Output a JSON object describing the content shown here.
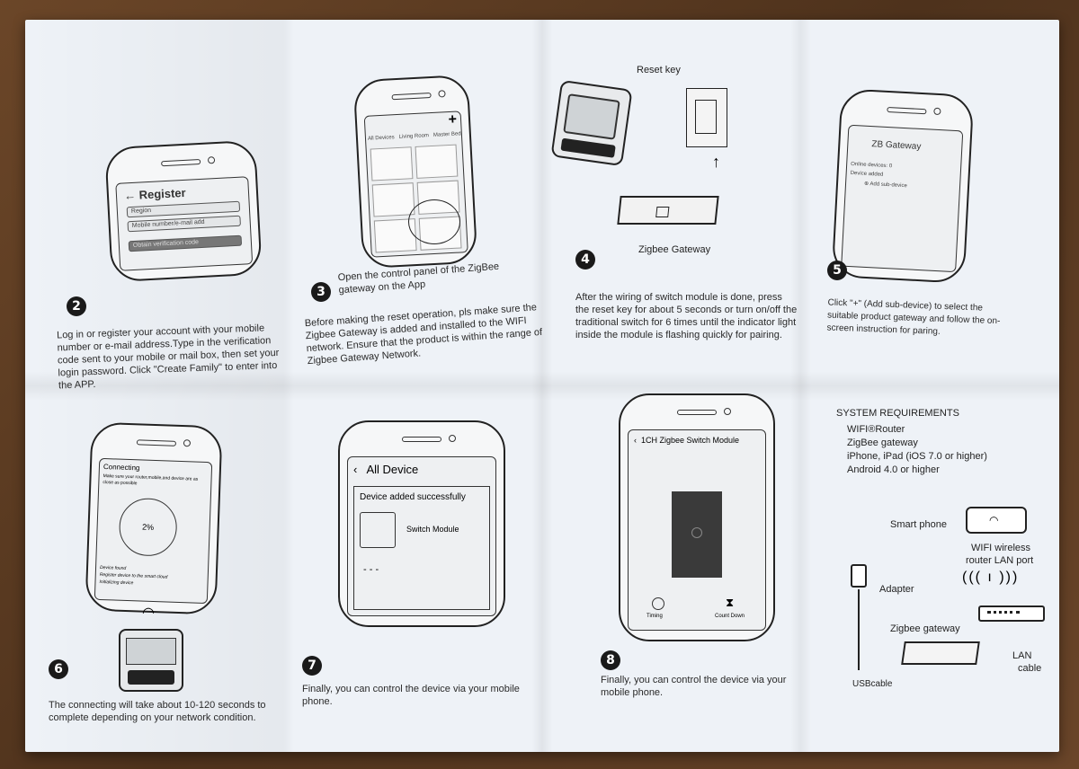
{
  "panels": {
    "p2": {
      "number": "2",
      "phone_title": "Register",
      "field1": "Region",
      "field2": "Mobile number/e-mail add",
      "button": "Obtain verification code",
      "text": "Log in or register your account with your mobile number or e-mail address.Type in the verification code sent to your mobile or mail box, then set your login password. Click \"Create Family\" to enter into the APP."
    },
    "p3": {
      "number": "3",
      "tabs": [
        "All Devices",
        "Living Room",
        "Master Bedro"
      ],
      "plus": "+",
      "caption": "Open the control panel of the ZigBee gateway on the App",
      "text": "Before making the reset operation, pls make sure the Zigbee Gateway is added and installed to the WIFI network. Ensure that the product is within the range of Zigbee Gateway Network."
    },
    "p4": {
      "number": "4",
      "reset_label": "Reset key",
      "gateway_label": "Zigbee Gateway",
      "text": "After the wiring of switch module is done, press the reset key for about 5 seconds or turn on/off the traditional switch for 6 times until the indicator light inside the module is flashing quickly for pairing."
    },
    "p5": {
      "number": "5",
      "phone_title": "ZB Gateway",
      "line1": "Online devices: 0",
      "line2": "Device added",
      "add": "Add sub-device",
      "text": "Click \"+\" (Add sub-device) to select the suitable product gateway and follow the on-screen instruction for paring."
    },
    "p6": {
      "number": "6",
      "phone_title": "Connecting",
      "phone_sub": "Make sure your router,mobile,and device are as close as possible",
      "percent": "2%",
      "found": "Device found",
      "register": "Register device to the smart cloud",
      "init": "Initializing device",
      "text": "The connecting will take about 10-120 seconds to complete depending on your network condition."
    },
    "p7": {
      "number": "7",
      "phone_title": "All Device",
      "success": "Device added successfully",
      "module": "Switch Module",
      "dashes": "- - -",
      "text": "Finally, you can control  the device via your mobile phone."
    },
    "p8": {
      "number": "8",
      "phone_title": "1CH Zigbee Switch Module",
      "timing": "Timing",
      "countdown": "Count Down",
      "text": "Finally, you can control  the device via your mobile phone."
    },
    "sys": {
      "title": "SYSTEM REQUIREMENTS",
      "reqs": [
        "WIFI®Router",
        "ZigBee gateway",
        "iPhone, iPad (iOS 7.0 or higher)",
        "Android 4.0 or higher"
      ],
      "smart_phone": "Smart phone",
      "wifi": "WIFI wireless",
      "router_lan": "router LAN port",
      "adapter": "Adapter",
      "gateway": "Zigbee gateway",
      "lan": "LAN",
      "cable": "cable",
      "usb": "USBcable"
    }
  }
}
